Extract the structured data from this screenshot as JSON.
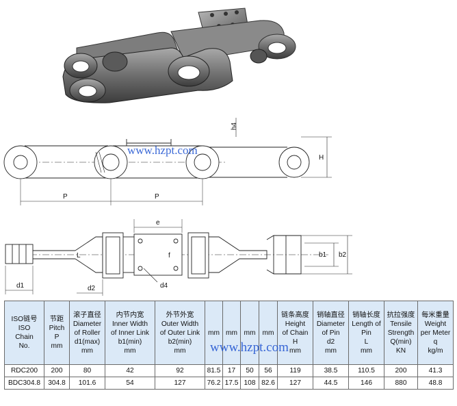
{
  "watermark": "www.hzpt.com",
  "drawing_labels": {
    "h4": "h4",
    "H": "H",
    "P1": "P",
    "P2": "P",
    "e": "e",
    "L": "L",
    "f": "f",
    "b1": "b1",
    "b2": "b2",
    "d1": "d1",
    "d2": "d2",
    "d4": "d4"
  },
  "table": {
    "headers": [
      [
        "ISO链号",
        "ISO",
        "Chain",
        "No."
      ],
      [
        "节距",
        "Pitch",
        "",
        "P",
        "mm"
      ],
      [
        "滚子直径",
        "Diameter",
        "of Roller",
        "d1(max)",
        "mm"
      ],
      [
        "内节内宽",
        "Inner Width",
        "of Inner Link",
        "b1(min)",
        "mm"
      ],
      [
        "外节外宽",
        "Outer Width",
        "of Outer Link",
        "b2(min)",
        "mm"
      ],
      [
        "",
        "",
        "",
        "",
        "mm"
      ],
      [
        "",
        "",
        "",
        "",
        "mm"
      ],
      [
        "",
        "",
        "",
        "",
        "mm"
      ],
      [
        "",
        "",
        "",
        "",
        "mm"
      ],
      [
        "链条高度",
        "Height",
        "of Chain",
        "H",
        "mm"
      ],
      [
        "销轴直径",
        "Diameter",
        "of Pin",
        "d2",
        "mm"
      ],
      [
        "销轴长度",
        "Length of",
        "Pin",
        "L",
        "mm"
      ],
      [
        "抗拉强度",
        "Tensile",
        "Strength",
        "Q(min)",
        "KN"
      ],
      [
        "每米重量",
        "Weight",
        "per Meter",
        "q",
        "kg/m"
      ]
    ],
    "rows": [
      [
        "RDC200",
        "200",
        "80",
        "42",
        "92",
        "81.5",
        "17",
        "50",
        "56",
        "119",
        "38.5",
        "110.5",
        "200",
        "41.3"
      ],
      [
        "BDC304.8",
        "304.8",
        "101.6",
        "54",
        "127",
        "76.2",
        "17.5",
        "108",
        "82.6",
        "127",
        "44.5",
        "146",
        "880",
        "48.8"
      ]
    ]
  }
}
